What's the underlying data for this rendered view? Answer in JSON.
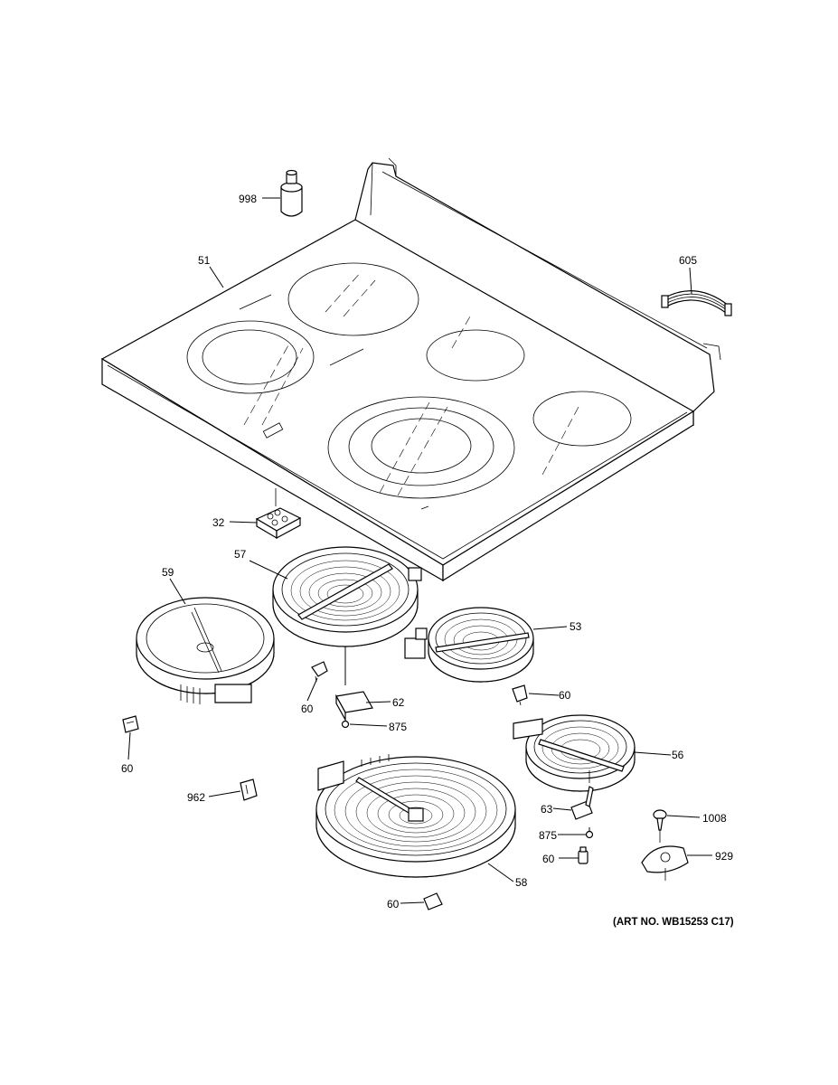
{
  "callouts": {
    "c998": "998",
    "c51": "51",
    "c605": "605",
    "c32": "32",
    "c57": "57",
    "c59": "59",
    "c53": "53",
    "c60a": "60",
    "c62": "62",
    "c60b": "60",
    "c875a": "875",
    "c60c": "60",
    "c56": "56",
    "c962": "962",
    "c63": "63",
    "c875b": "875",
    "c60d": "60",
    "c1008": "1008",
    "c929": "929",
    "c58": "58",
    "c60e": "60"
  },
  "art_number": "(ART NO. WB15253 C17)"
}
